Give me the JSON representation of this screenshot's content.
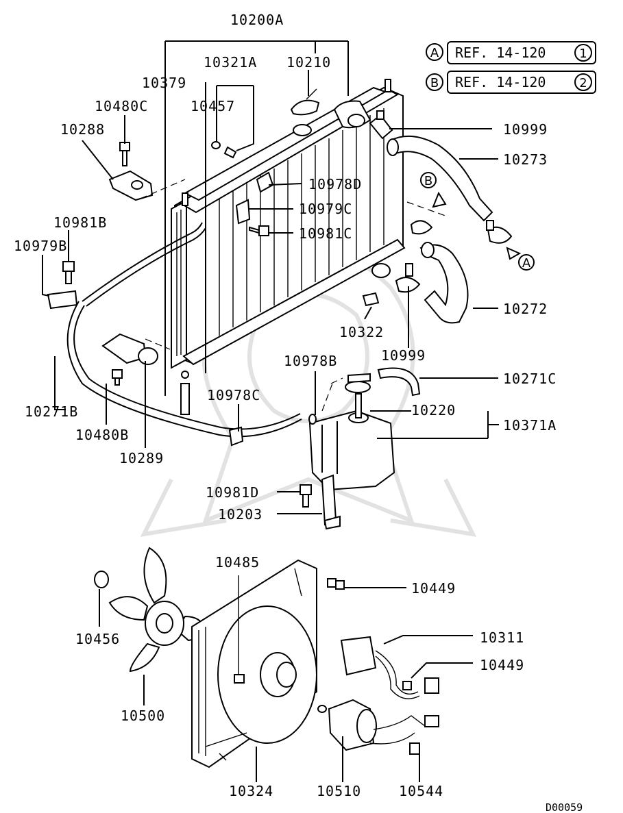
{
  "diagram": {
    "labels": {
      "p10200A": "10200A",
      "p10379": "10379",
      "p10321A": "10321A",
      "p10210": "10210",
      "p10480C": "10480C",
      "p10457": "10457",
      "p10288": "10288",
      "p10999a": "10999",
      "p10273": "10273",
      "p10978D": "10978D",
      "p10979C": "10979C",
      "p10981C": "10981C",
      "p10981B": "10981B",
      "p10979B": "10979B",
      "p10272": "10272",
      "p10322": "10322",
      "p10999b": "10999",
      "p10978B": "10978B",
      "p10271C": "10271C",
      "p10220": "10220",
      "p10371A": "10371A",
      "p10271B": "10271B",
      "p10480B": "10480B",
      "p10289": "10289",
      "p10978C": "10978C",
      "p10981D": "10981D",
      "p10203": "10203",
      "p10485": "10485",
      "p10449a": "10449",
      "p10456": "10456",
      "p10311": "10311",
      "p10449b": "10449",
      "p10500": "10500",
      "p10324": "10324",
      "p10510": "10510",
      "p10544": "10544"
    },
    "refs": [
      {
        "marker": "A",
        "text": "REF. 14-120",
        "num": "1"
      },
      {
        "marker": "B",
        "text": "REF. 14-120",
        "num": "2"
      }
    ],
    "arrow_markers": {
      "a": "A",
      "b": "B"
    },
    "diagram_code": "D00059"
  }
}
